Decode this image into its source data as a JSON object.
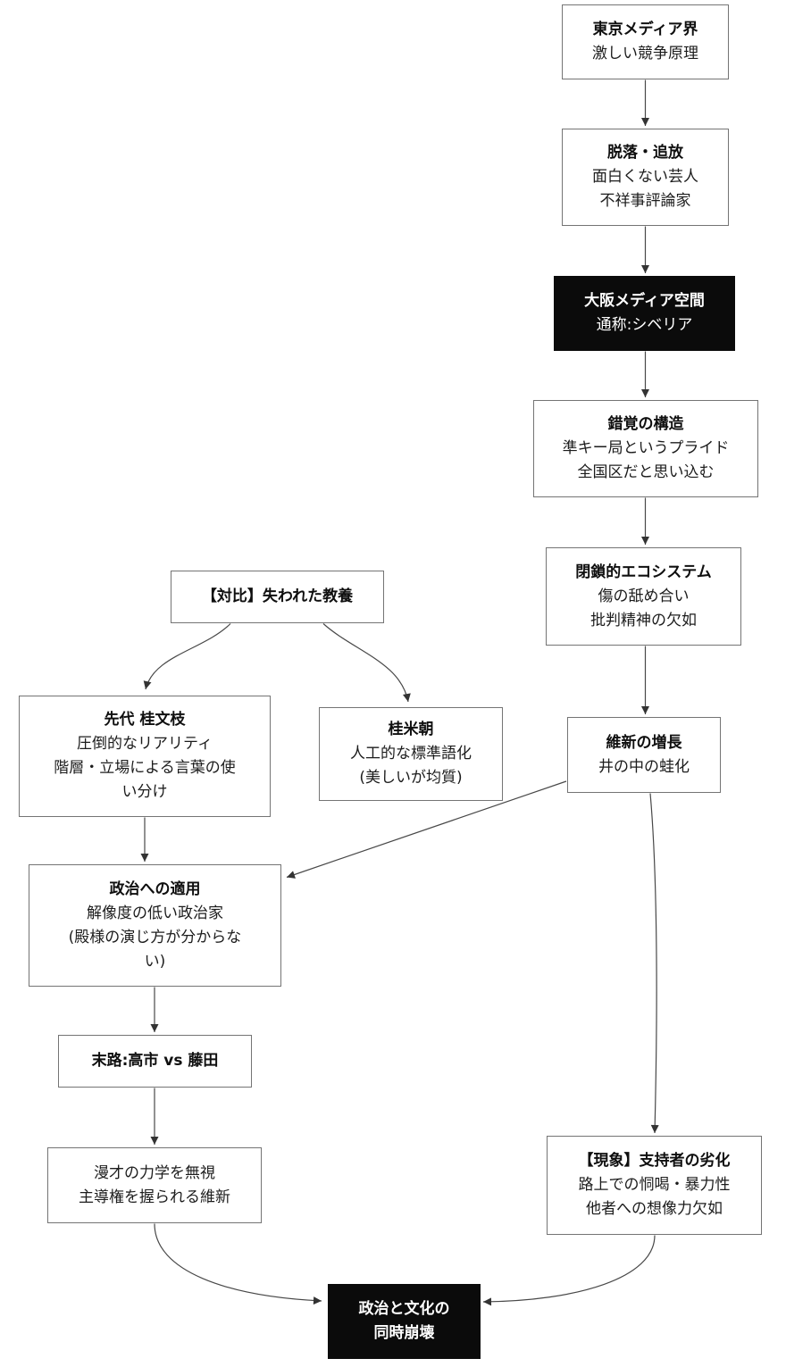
{
  "diagram": {
    "background": "#ffffff",
    "colors": {
      "node_border": "#747474",
      "node_fill": "#ffffff",
      "dark_node_fill": "#0b0b0b",
      "dark_node_text": "#ffffff",
      "text": "#1c1c1c",
      "arrow": "#484848"
    },
    "nodes": [
      {
        "id": "tokyo-media",
        "title": "東京メディア界",
        "body": "激しい競争原理"
      },
      {
        "id": "dropout-expulsion",
        "title": "脱落・追放",
        "body": "面白くない芸人\n不祥事評論家"
      },
      {
        "id": "osaka-media-space",
        "title": "大阪メディア空間",
        "body": "通称:シベリア"
      },
      {
        "id": "illusion-structure",
        "title": "錯覚の構造",
        "body": "準キー局というプライド\n全国区だと思い込む"
      },
      {
        "id": "closed-ecosystem",
        "title": "閉鎖的エコシステム",
        "body": "傷の舐め合い\n批判精神の欠如"
      },
      {
        "id": "ishin-growth",
        "title": "維新の増長",
        "body": "井の中の蛙化"
      },
      {
        "id": "lost-culture-contrast",
        "title": "【対比】失われた教養"
      },
      {
        "id": "katsura-bunshi",
        "title": "先代 桂文枝",
        "body": "圧倒的なリアリティ\n階層・立場による言葉の使\nい分け"
      },
      {
        "id": "katsura-beicho",
        "title": "桂米朝",
        "body": "人工的な標準語化\n(美しいが均質)"
      },
      {
        "id": "politics-application",
        "title": "政治への適用",
        "body": "解像度の低い政治家\n(殿様の演じ方が分からな\nい)"
      },
      {
        "id": "end-takaichi-fujita",
        "title": "末路:高市 vs 藤田"
      },
      {
        "id": "manzai-dynamics",
        "body": "漫才の力学を無視\n主導権を握られる維新"
      },
      {
        "id": "supporter-degradation",
        "title": "【現象】支持者の劣化",
        "body": "路上での恫喝・暴力性\n他者への想像力欠如"
      },
      {
        "id": "simultaneous-collapse",
        "title": "政治と文化の\n同時崩壊"
      }
    ],
    "edges": [
      {
        "from": "tokyo-media",
        "to": "dropout-expulsion"
      },
      {
        "from": "dropout-expulsion",
        "to": "osaka-media-space"
      },
      {
        "from": "osaka-media-space",
        "to": "illusion-structure"
      },
      {
        "from": "illusion-structure",
        "to": "closed-ecosystem"
      },
      {
        "from": "closed-ecosystem",
        "to": "ishin-growth"
      },
      {
        "from": "ishin-growth",
        "to": "politics-application"
      },
      {
        "from": "ishin-growth",
        "to": "supporter-degradation"
      },
      {
        "from": "lost-culture-contrast",
        "to": "katsura-bunshi"
      },
      {
        "from": "lost-culture-contrast",
        "to": "katsura-beicho"
      },
      {
        "from": "katsura-bunshi",
        "to": "politics-application"
      },
      {
        "from": "politics-application",
        "to": "end-takaichi-fujita"
      },
      {
        "from": "end-takaichi-fujita",
        "to": "manzai-dynamics"
      },
      {
        "from": "manzai-dynamics",
        "to": "simultaneous-collapse"
      },
      {
        "from": "supporter-degradation",
        "to": "simultaneous-collapse"
      }
    ]
  }
}
